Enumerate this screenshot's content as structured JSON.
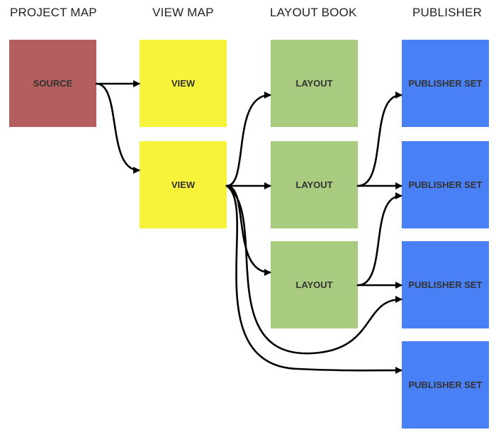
{
  "headers": {
    "project_map": "PROJECT MAP",
    "view_map": "VIEW MAP",
    "layout_book": "LAYOUT BOOK",
    "publisher": "PUBLISHER"
  },
  "nodes": {
    "source": "SOURCE",
    "view_1": "VIEW",
    "view_2": "VIEW",
    "layout_1": "LAYOUT",
    "layout_2": "LAYOUT",
    "layout_3": "LAYOUT",
    "publisher_set_1": "PUBLISHER SET",
    "publisher_set_2": "PUBLISHER SET",
    "publisher_set_3": "PUBLISHER SET",
    "publisher_set_4": "PUBLISHER SET"
  },
  "colors": {
    "source": "#b55e5e",
    "view": "#f7f23a",
    "layout": "#a9cb7f",
    "publisher": "#4a80f5",
    "arrow": "#000000"
  },
  "connections": [
    {
      "from": "source",
      "to": "view_1"
    },
    {
      "from": "source",
      "to": "view_2"
    },
    {
      "from": "view_2",
      "to": "layout_1"
    },
    {
      "from": "view_2",
      "to": "layout_2"
    },
    {
      "from": "view_2",
      "to": "layout_3"
    },
    {
      "from": "view_2",
      "to": "publisher_set_3"
    },
    {
      "from": "view_2",
      "to": "publisher_set_4"
    },
    {
      "from": "layout_2",
      "to": "publisher_set_1"
    },
    {
      "from": "layout_2",
      "to": "publisher_set_2"
    },
    {
      "from": "layout_3",
      "to": "publisher_set_2"
    },
    {
      "from": "layout_3",
      "to": "publisher_set_3"
    }
  ]
}
